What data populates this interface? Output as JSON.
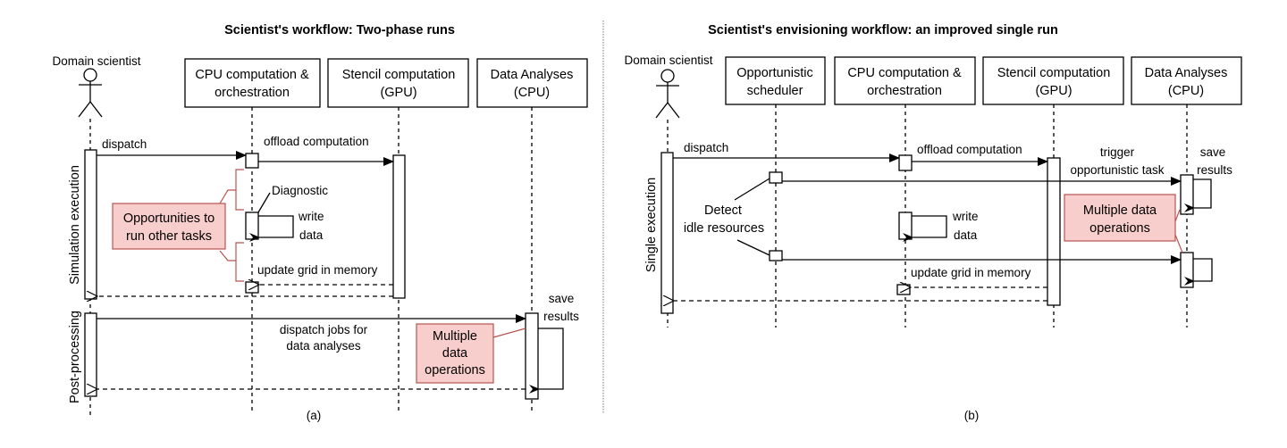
{
  "panels": [
    {
      "id": "a",
      "title": "Scientist's workflow: Two-phase runs",
      "caption": "(a)",
      "actor": "Domain scientist",
      "participants": [
        [
          "CPU computation &",
          "orchestration"
        ],
        [
          "Stencil computation",
          "(GPU)"
        ],
        [
          "Data Analyses",
          "(CPU)"
        ]
      ],
      "phases": [
        "Simulation execution",
        "Post-processing"
      ],
      "messages": {
        "dispatch": "dispatch",
        "offload": "offload computation",
        "diagnostic": "Diagnostic",
        "write_data": [
          "write",
          "data"
        ],
        "update_grid": "update grid in memory",
        "dispatch_jobs": [
          "dispatch jobs for",
          "data analyses"
        ],
        "save_results": [
          "save",
          "results"
        ]
      },
      "notes": {
        "opportunities": [
          "Opportunities to",
          "run other tasks"
        ],
        "multiple_ops": [
          "Multiple",
          "data",
          "operations"
        ]
      }
    },
    {
      "id": "b",
      "title": "Scientist's envisioning workflow: an improved single run",
      "caption": "(b)",
      "actor": "Domain scientist",
      "participants": [
        [
          "Opportunistic",
          "scheduler"
        ],
        [
          "CPU computation &",
          "orchestration"
        ],
        [
          "Stencil computation",
          "(GPU)"
        ],
        [
          "Data Analyses",
          "(CPU)"
        ]
      ],
      "phases": [
        "Single execution"
      ],
      "messages": {
        "dispatch": "dispatch",
        "offload": "offload computation",
        "trigger": [
          "trigger",
          "opportunistic task"
        ],
        "save_results": [
          "save",
          "results"
        ],
        "detect": [
          "Detect",
          "idle resources"
        ],
        "write_data": [
          "write",
          "data"
        ],
        "update_grid": "update grid in memory"
      },
      "notes": {
        "multiple_ops": [
          "Multiple data",
          "operations"
        ]
      }
    }
  ],
  "colors": {
    "note_fill": "#f8cecc",
    "note_stroke": "#b85450",
    "line": "#000000"
  }
}
